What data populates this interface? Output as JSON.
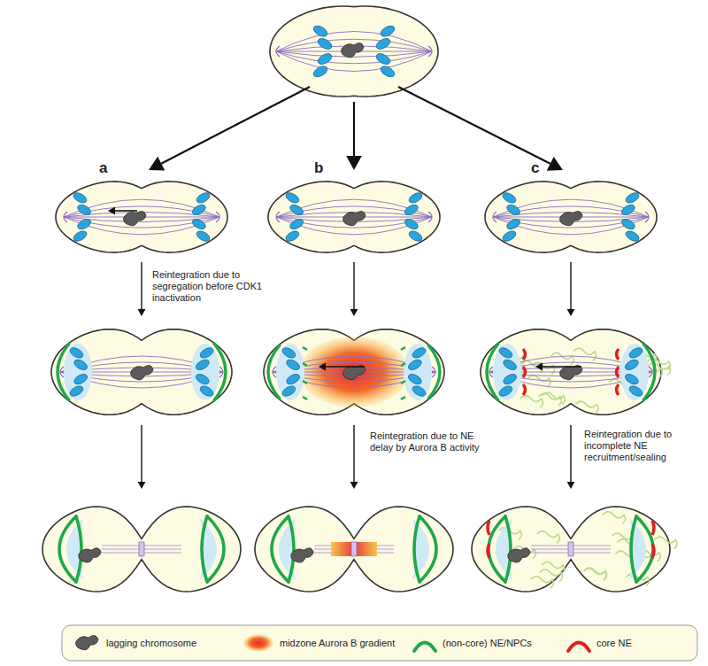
{
  "diagram": {
    "labels": [
      "a",
      "b",
      "c",
      "Reintegration due to segregation before CDK1 inactivation",
      "Reintegration due to NE delay by Aurora B activity",
      "Reintegration due to incomplete NE recruitment/sealing"
    ],
    "legend": [
      {
        "text": "lagging chromosome"
      },
      {
        "text": "midzone Aurora B gradient"
      },
      {
        "text": "(non-core) NE/NPCs"
      },
      {
        "text": "core NE"
      }
    ]
  }
}
